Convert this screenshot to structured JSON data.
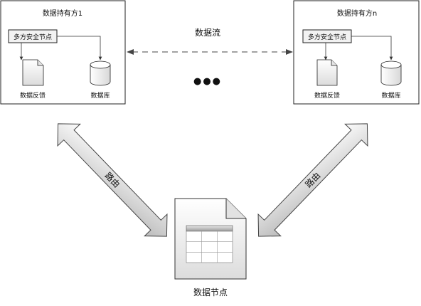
{
  "holder_left": {
    "title": "数据持有方1",
    "mpc_node": "多方安全节点",
    "feedback": "数据反馈",
    "database": "数据库"
  },
  "holder_right": {
    "title": "数据持有方n",
    "mpc_node": "多方安全节点",
    "feedback": "数据反馈",
    "database": "数据库"
  },
  "data_flow": {
    "label": "数据流",
    "ellipsis": "●●●"
  },
  "routing_left": "路由",
  "routing_right": "路由",
  "data_node": {
    "label": "数据节点"
  }
}
